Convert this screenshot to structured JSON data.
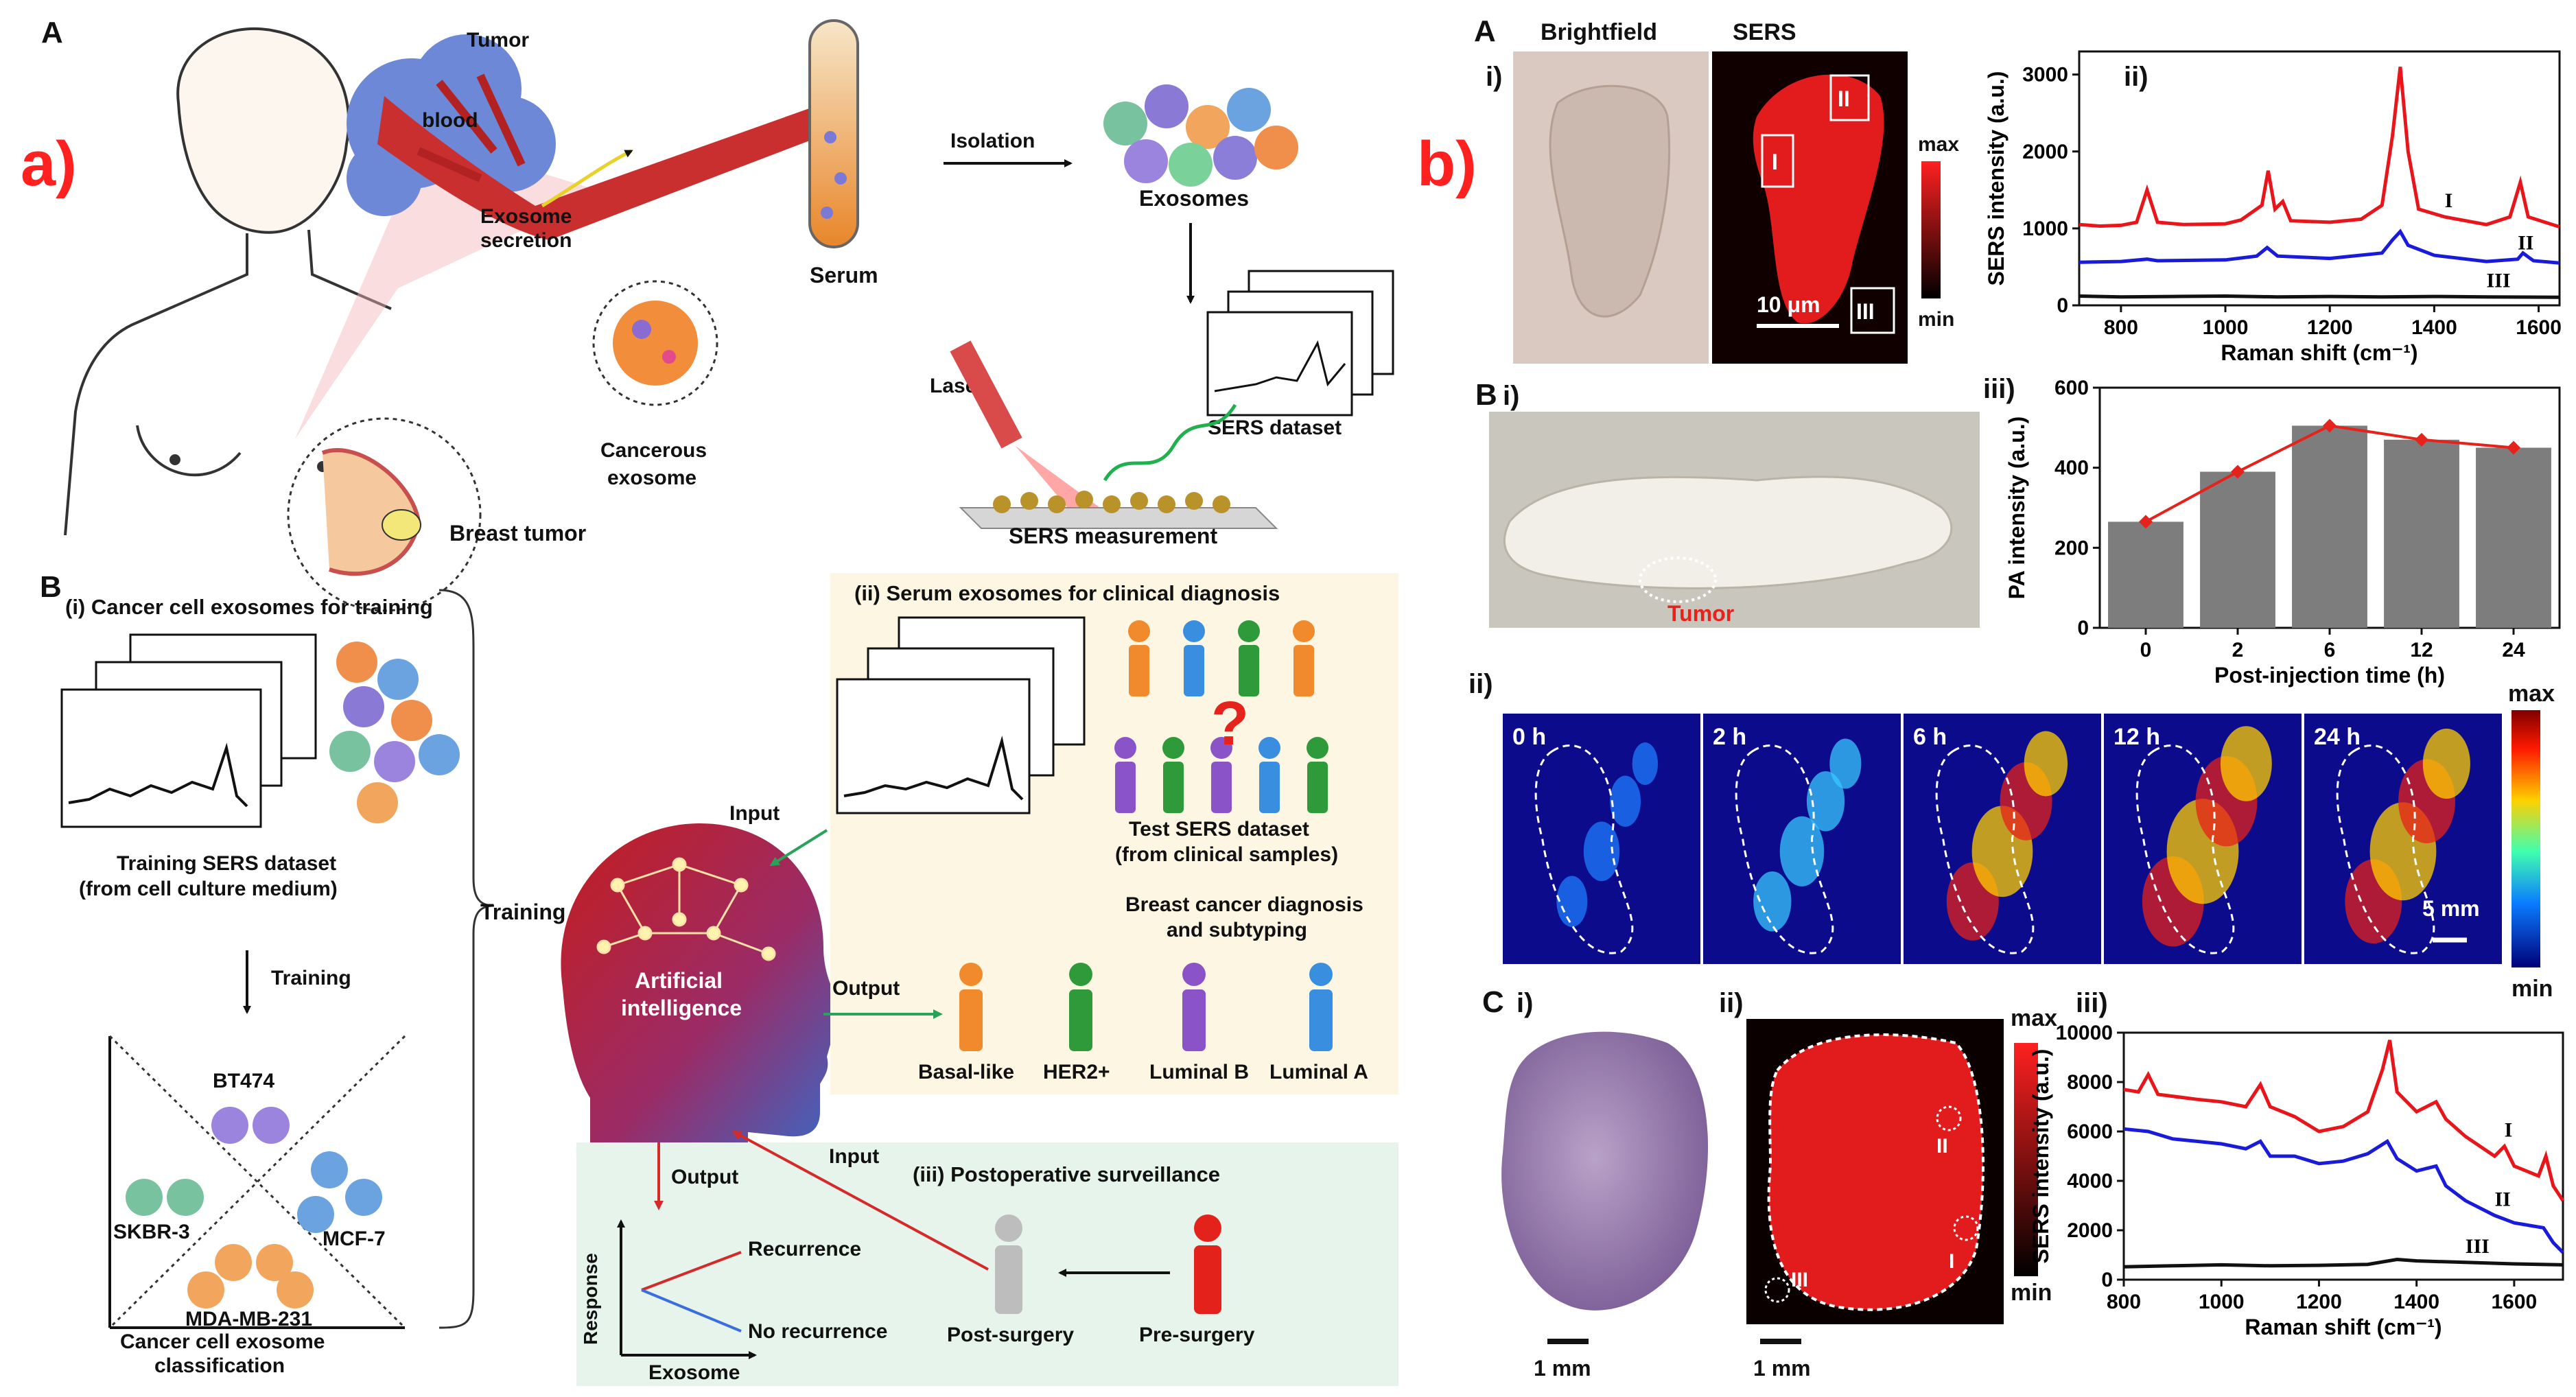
{
  "panel_a": {
    "tag": "a)",
    "section_a": "A",
    "section_b": "B",
    "tumor": "Tumor",
    "blood": "blood",
    "exosome_secretion_1": "Exosome",
    "exosome_secretion_2": "secretion",
    "cancerous_exosome_1": "Cancerous",
    "cancerous_exosome_2": "exosome",
    "breast_tumor": "Breast tumor",
    "serum": "Serum",
    "isolation": "Isolation",
    "exosomes": "Exosomes",
    "laser": "Laser",
    "sers_dataset": "SERS dataset",
    "sers_measurement": "SERS measurement",
    "cell_exo_training": "(i) Cancer cell exosomes for training",
    "training_dataset_1": "Training SERS dataset",
    "training_dataset_2": "(from cell culture medium)",
    "training_arrow": "Training",
    "training_brace": "Training",
    "bt474": "BT474",
    "skbr3": "SKBR-3",
    "mcf7": "MCF-7",
    "mdamb231": "MDA-MB-231",
    "classification_1": "Cancer cell exosome",
    "classification_2": "classification",
    "serum_clinical": "(ii) Serum exosomes for clinical diagnosis",
    "test_dataset_1": "Test SERS dataset",
    "test_dataset_2": "(from clinical samples)",
    "input_1": "Input",
    "ai_1": "Artificial",
    "ai_2": "intelligence",
    "output_1": "Output",
    "diag_1": "Breast cancer diagnosis",
    "diag_2": "and subtyping",
    "basal": "Basal-like",
    "her2": "HER2+",
    "lumb": "Luminal B",
    "luma": "Luminal A",
    "output_2": "Output",
    "input_2": "Input",
    "postop": "(iii) Postoperative surveillance",
    "response": "Response",
    "exosome_axis": "Exosome",
    "recurrence": "Recurrence",
    "no_recurrence": "No recurrence",
    "post_surgery": "Post-surgery",
    "pre_surgery": "Pre-surgery"
  },
  "panel_b": {
    "tag": "b)",
    "A": "A",
    "i": "i)",
    "brightfield": "Brightfield",
    "sers": "SERS",
    "roi_1": "I",
    "roi_2": "II",
    "roi_3": "III",
    "max": "max",
    "min": "min",
    "scale_10um": "10 μm",
    "ii": "ii)",
    "B": "B",
    "tumor": "Tumor",
    "iii": "iii)",
    "ii_b": "ii)",
    "scale_5mm": "5 mm",
    "C": "C",
    "c_i": "i)",
    "c_ii": "ii)",
    "c_iii": "iii)",
    "scale_1mm_a": "1 mm",
    "scale_1mm_b": "1 mm",
    "time_labels": [
      "0 h",
      "2 h",
      "6 h",
      "12 h",
      "24 h"
    ]
  },
  "chart_data": [
    {
      "type": "line",
      "ylabel": "SERS intensity (a.u.)",
      "xlabel": "Raman shift (cm⁻¹)",
      "xlim": [
        720,
        1640
      ],
      "ylim": [
        0,
        3300
      ],
      "xticks": [
        800,
        1000,
        1200,
        1400,
        1600
      ],
      "yticks": [
        0,
        1000,
        2000,
        3000
      ],
      "series": [
        {
          "name": "I",
          "color": "#e8161b",
          "points": [
            [
              720,
              1050
            ],
            [
              760,
              1030
            ],
            [
              800,
              1040
            ],
            [
              830,
              1080
            ],
            [
              850,
              1500
            ],
            [
              870,
              1080
            ],
            [
              920,
              1050
            ],
            [
              1000,
              1060
            ],
            [
              1030,
              1110
            ],
            [
              1070,
              1300
            ],
            [
              1082,
              1750
            ],
            [
              1095,
              1250
            ],
            [
              1110,
              1350
            ],
            [
              1125,
              1100
            ],
            [
              1200,
              1080
            ],
            [
              1260,
              1120
            ],
            [
              1300,
              1300
            ],
            [
              1320,
              2200
            ],
            [
              1335,
              3100
            ],
            [
              1350,
              2000
            ],
            [
              1370,
              1250
            ],
            [
              1420,
              1150
            ],
            [
              1500,
              1050
            ],
            [
              1545,
              1150
            ],
            [
              1565,
              1600
            ],
            [
              1580,
              1150
            ],
            [
              1640,
              1020
            ]
          ]
        },
        {
          "name": "II",
          "color": "#1a1adb",
          "points": [
            [
              720,
              560
            ],
            [
              800,
              570
            ],
            [
              850,
              600
            ],
            [
              870,
              580
            ],
            [
              1000,
              590
            ],
            [
              1060,
              640
            ],
            [
              1080,
              750
            ],
            [
              1100,
              640
            ],
            [
              1200,
              610
            ],
            [
              1300,
              680
            ],
            [
              1320,
              850
            ],
            [
              1335,
              960
            ],
            [
              1350,
              780
            ],
            [
              1400,
              650
            ],
            [
              1500,
              570
            ],
            [
              1560,
              600
            ],
            [
              1570,
              680
            ],
            [
              1590,
              580
            ],
            [
              1640,
              550
            ]
          ]
        },
        {
          "name": "III",
          "color": "#111111",
          "points": [
            [
              720,
              120
            ],
            [
              800,
              110
            ],
            [
              900,
              115
            ],
            [
              1000,
              120
            ],
            [
              1100,
              110
            ],
            [
              1200,
              115
            ],
            [
              1300,
              110
            ],
            [
              1400,
              115
            ],
            [
              1500,
              110
            ],
            [
              1640,
              105
            ]
          ]
        }
      ]
    },
    {
      "type": "bar",
      "ylabel": "PA intensity (a.u.)",
      "xlabel": "Post-injection time (h)",
      "categories": [
        "0",
        "2",
        "6",
        "12",
        "24"
      ],
      "values": [
        265,
        390,
        505,
        470,
        450
      ],
      "line_values": [
        265,
        390,
        505,
        470,
        450
      ],
      "ylim": [
        0,
        600
      ],
      "yticks": [
        0,
        200,
        400,
        600
      ]
    },
    {
      "type": "line",
      "ylabel": "SERS intensity (a.u.)",
      "xlabel": "Raman shift (cm⁻¹)",
      "xlim": [
        800,
        1700
      ],
      "ylim": [
        0,
        10000
      ],
      "xticks": [
        800,
        1000,
        1200,
        1400,
        1600
      ],
      "yticks": [
        0,
        2000,
        4000,
        6000,
        8000,
        10000
      ],
      "series": [
        {
          "name": "I",
          "color": "#e8161b",
          "points": [
            [
              800,
              7700
            ],
            [
              830,
              7600
            ],
            [
              850,
              8300
            ],
            [
              870,
              7500
            ],
            [
              950,
              7300
            ],
            [
              1000,
              7200
            ],
            [
              1050,
              7000
            ],
            [
              1080,
              7900
            ],
            [
              1100,
              7000
            ],
            [
              1150,
              6600
            ],
            [
              1200,
              6000
            ],
            [
              1250,
              6200
            ],
            [
              1300,
              6800
            ],
            [
              1330,
              8500
            ],
            [
              1345,
              9700
            ],
            [
              1360,
              7600
            ],
            [
              1400,
              6800
            ],
            [
              1440,
              7200
            ],
            [
              1460,
              6500
            ],
            [
              1500,
              5800
            ],
            [
              1560,
              5000
            ],
            [
              1580,
              5400
            ],
            [
              1600,
              4600
            ],
            [
              1650,
              4200
            ],
            [
              1665,
              5000
            ],
            [
              1680,
              3800
            ],
            [
              1700,
              3200
            ]
          ]
        },
        {
          "name": "II",
          "color": "#1a1adb",
          "points": [
            [
              800,
              6100
            ],
            [
              850,
              6000
            ],
            [
              900,
              5700
            ],
            [
              950,
              5600
            ],
            [
              1000,
              5500
            ],
            [
              1050,
              5300
            ],
            [
              1080,
              5600
            ],
            [
              1100,
              5000
            ],
            [
              1150,
              5000
            ],
            [
              1200,
              4700
            ],
            [
              1250,
              4800
            ],
            [
              1300,
              5100
            ],
            [
              1340,
              5600
            ],
            [
              1360,
              4900
            ],
            [
              1400,
              4400
            ],
            [
              1440,
              4600
            ],
            [
              1460,
              3800
            ],
            [
              1500,
              3200
            ],
            [
              1560,
              2600
            ],
            [
              1600,
              2300
            ],
            [
              1660,
              2100
            ],
            [
              1680,
              1500
            ],
            [
              1700,
              1100
            ]
          ]
        },
        {
          "name": "III",
          "color": "#111111",
          "points": [
            [
              800,
              520
            ],
            [
              900,
              560
            ],
            [
              1000,
              600
            ],
            [
              1100,
              560
            ],
            [
              1200,
              580
            ],
            [
              1300,
              620
            ],
            [
              1360,
              820
            ],
            [
              1400,
              760
            ],
            [
              1500,
              700
            ],
            [
              1600,
              640
            ],
            [
              1700,
              600
            ]
          ]
        }
      ]
    }
  ]
}
